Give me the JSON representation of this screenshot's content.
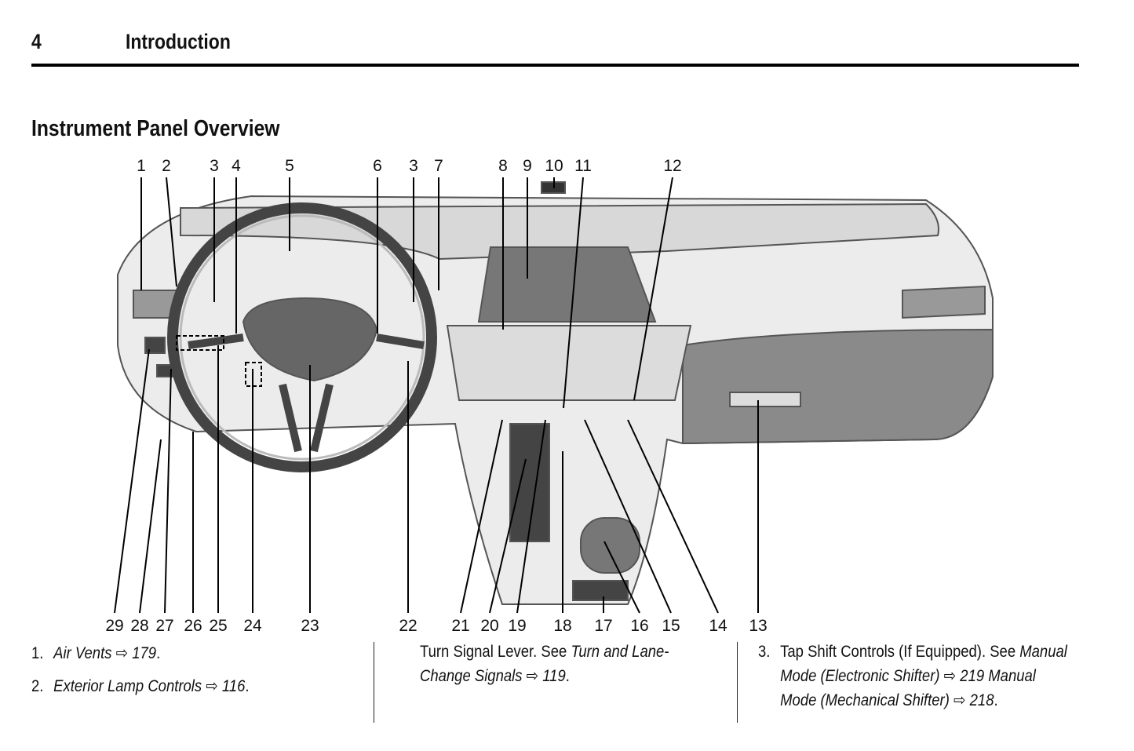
{
  "header": {
    "page_number": "4",
    "chapter": "Introduction"
  },
  "section_title": "Instrument Panel Overview",
  "diagram": {
    "top_callouts": [
      "1",
      "2",
      "3",
      "4",
      "5",
      "6",
      "3",
      "7",
      "8",
      "9",
      "10",
      "11",
      "12"
    ],
    "bottom_callouts": [
      "29",
      "28",
      "27",
      "26",
      "25",
      "24",
      "23",
      "22",
      "21",
      "20",
      "19",
      "18",
      "17",
      "16",
      "15",
      "14",
      "13"
    ]
  },
  "columns": [
    {
      "items": [
        {
          "num": "1.",
          "text": "Air Vents",
          "ref": "179",
          "end": "."
        },
        {
          "num": "2.",
          "text": "Exterior Lamp Controls",
          "ref": "116",
          "end": "."
        }
      ]
    },
    {
      "items": [
        {
          "lead": "Turn Signal Lever. See ",
          "text1": "Turn and Lane-",
          "text2": "Change Signals",
          "ref": "119",
          "end": "."
        }
      ]
    },
    {
      "items": [
        {
          "num": "3.",
          "lead": "Tap Shift Controls (If Equipped). See ",
          "text1": "Manual",
          "text2": "Mode (Electronic Shifter)",
          "ref1": "219",
          "text3": "Manual",
          "text4": "Mode (Mechanical Shifter)",
          "ref2": "218",
          "end": "."
        }
      ]
    }
  ],
  "ref_arrow": "⇨"
}
